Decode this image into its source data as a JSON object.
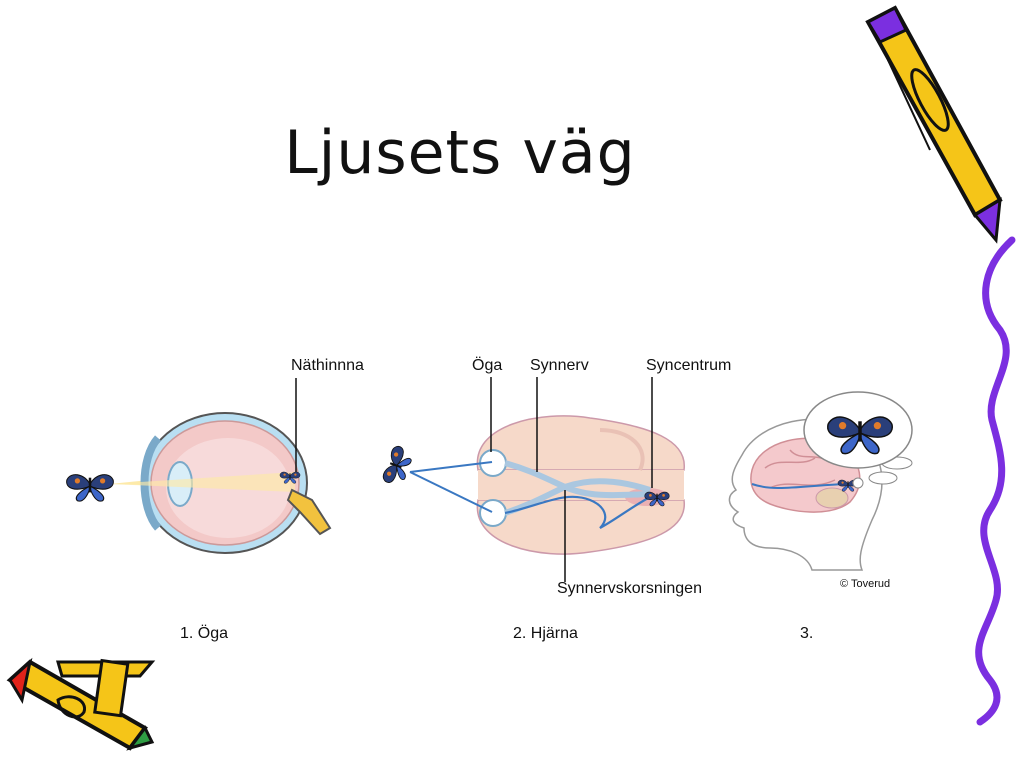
{
  "title": "Ljusets väg",
  "labels": {
    "retina": "Näthinnna",
    "eye": "Öga",
    "optic_nerve": "Synnerv",
    "visual_center": "Syncentrum",
    "chiasm": "Synnervskorsningen",
    "copyright": "© Toverud"
  },
  "captions": {
    "panel1": "1. Öga",
    "panel2": "2. Hjärna",
    "panel3": "3."
  },
  "colors": {
    "pencil_yellow": "#F5C518",
    "pencil_purple": "#7B2FE0",
    "wavy_line": "#7B2FE0",
    "nerve_blue": "#3A78C2",
    "brain_pink": "#F4C9CC"
  },
  "icons": [
    "pencil-icon",
    "butterfly-icon"
  ]
}
